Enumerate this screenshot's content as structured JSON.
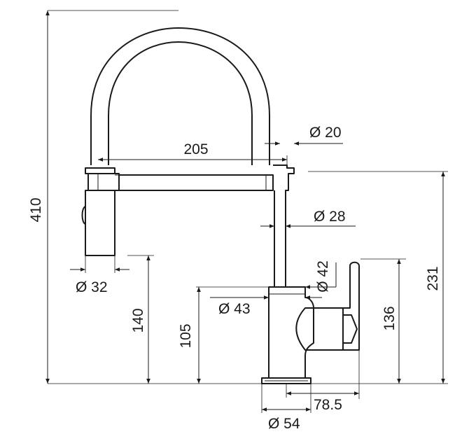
{
  "diagram": {
    "dimensions": {
      "overall_height": "410",
      "spout_reach": "205",
      "hose_diameter": "Ø 20",
      "spout_diameter": "Ø 28",
      "spray_head_diameter": "Ø 32",
      "spray_head_height": "140",
      "body_diameter_upper": "Ø 42",
      "body_diameter": "Ø 43",
      "body_height": "105",
      "lever_height": "136",
      "spout_height": "231",
      "lever_projection": "78.5",
      "base_diameter": "Ø 54"
    }
  }
}
